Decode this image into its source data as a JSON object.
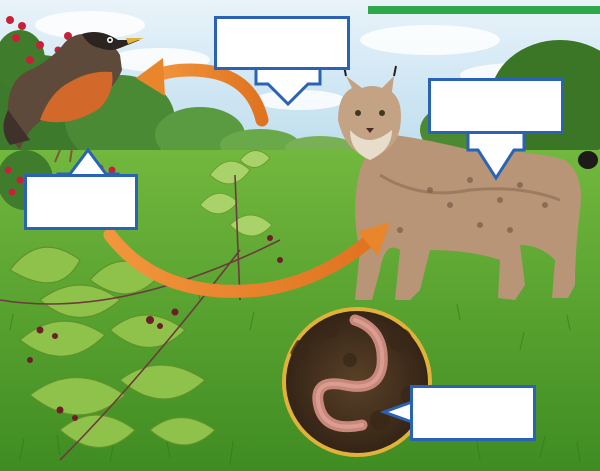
{
  "diagram": {
    "type": "food-chain",
    "organisms": [
      {
        "name": "plant-leaves",
        "icon": "leaf-plant-icon"
      },
      {
        "name": "robin",
        "icon": "bird-icon"
      },
      {
        "name": "lynx",
        "icon": "lynx-icon"
      },
      {
        "name": "earthworm",
        "icon": "worm-icon"
      }
    ],
    "label_boxes": [
      {
        "id": "top-center",
        "text": ""
      },
      {
        "id": "left",
        "text": ""
      },
      {
        "id": "right",
        "text": ""
      },
      {
        "id": "bottom-right",
        "text": ""
      }
    ],
    "colors": {
      "energy_arrow": "#e9852a",
      "box_border": "#2a63b5",
      "top_bar": "#2ea84a",
      "grass": "#5aa332",
      "sky": "#cfe6f4",
      "worm_circle_border": "#e0b23a"
    }
  }
}
